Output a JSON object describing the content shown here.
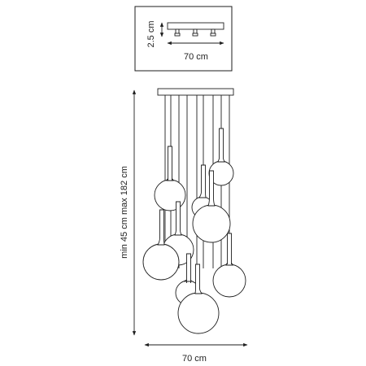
{
  "drawing": {
    "top_view": {
      "height_label": "2.5 cm",
      "width_label": "70 cm"
    },
    "front_view": {
      "height_label": "min 45 cm max 182 cm",
      "width_label": "70 cm"
    },
    "pendants": [
      {
        "id": 1
      },
      {
        "id": 2
      },
      {
        "id": 3
      },
      {
        "id": 4
      },
      {
        "id": 5
      },
      {
        "id": 6
      },
      {
        "id": 7
      },
      {
        "id": 8
      },
      {
        "id": 9
      }
    ]
  }
}
